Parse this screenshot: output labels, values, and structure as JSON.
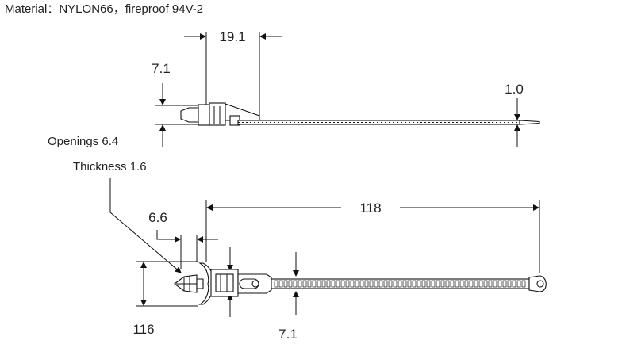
{
  "material_note": "Material：NYLON66，fireproof 94V-2",
  "side_view": {
    "dim_width": "19.1",
    "dim_height": "7.1",
    "dim_strap_thickness": "1.0"
  },
  "front_view": {
    "label_openings": "Openings 6.4",
    "label_thickness": "Thickness 1.6",
    "dim_clip": "6.6",
    "dim_length": "118",
    "dim_left_height": "116",
    "dim_head_height": "7.1"
  }
}
